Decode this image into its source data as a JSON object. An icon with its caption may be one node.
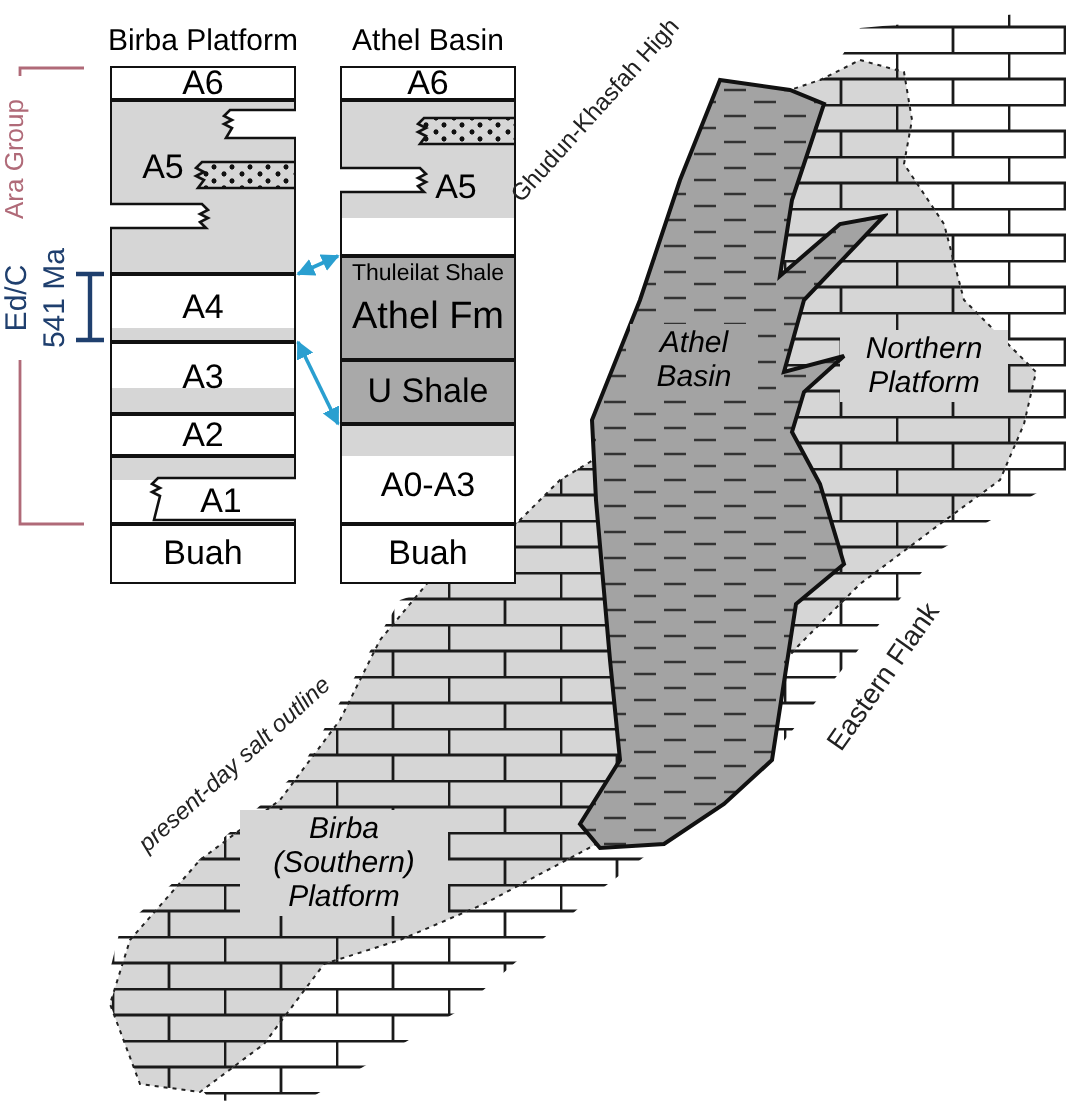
{
  "diagram": {
    "nodes": [
      {
        "text": [
          "Birba Platform"
        ]
      },
      {
        "text": [
          "A6"
        ],
        "in": 0
      },
      {
        "text": [
          "A5"
        ],
        "in": 0
      },
      {
        "text": [
          "A4"
        ],
        "in": 0
      },
      {
        "text": [
          "A3"
        ],
        "in": 0
      },
      {
        "text": [
          "A2"
        ],
        "in": 0
      },
      {
        "text": [
          "A1"
        ],
        "in": 0
      },
      {
        "text": [
          "Buah"
        ],
        "in": 0
      },
      {
        "text": [
          "Athel Basin"
        ]
      },
      {
        "text": [
          "A6"
        ],
        "in": 8
      },
      {
        "text": [
          "A5"
        ],
        "in": 8
      },
      {
        "text": [
          "Thuleilat Shale",
          "Athel Fm"
        ],
        "in": 8
      },
      {
        "text": [
          "U Shale"
        ],
        "in": 8
      },
      {
        "text": [
          "A0-A3"
        ],
        "in": 8
      },
      {
        "text": [
          "Buah"
        ],
        "in": 8
      },
      {
        "text": [
          "Athel Basin"
        ]
      },
      {
        "text": [
          "Northern Platform"
        ]
      },
      {
        "text": [
          "Birba (Southern) Platform"
        ]
      }
    ],
    "edges": [
      {
        "from": 3,
        "to": 11,
        "arrow": "both"
      },
      {
        "from": 4,
        "to": 12,
        "arrow": "both"
      }
    ],
    "labels": [
      "Ara Group",
      "Ed/C 541 Ma",
      "Ghudun-Khasfah High",
      "present-day salt outline",
      "Eastern Flank"
    ]
  }
}
